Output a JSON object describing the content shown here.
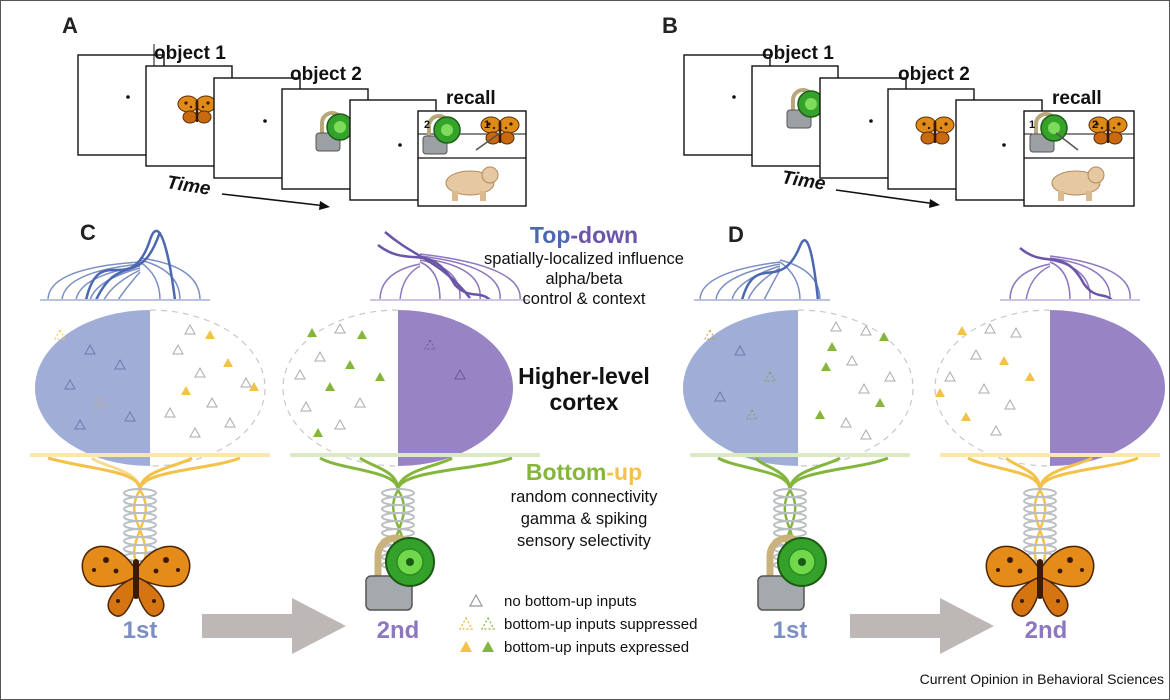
{
  "panels": {
    "a": {
      "letter": "A",
      "object1": "object 1",
      "object2": "object 2",
      "recall": "recall",
      "time": "Time",
      "recall_n1": "2",
      "recall_n2": "1"
    },
    "b": {
      "letter": "B",
      "object1": "object 1",
      "object2": "object 2",
      "recall": "recall",
      "time": "Time",
      "recall_n1": "1",
      "recall_n2": "2"
    },
    "c": {
      "letter": "C",
      "first": "1st",
      "second": "2nd"
    },
    "d": {
      "letter": "D",
      "first": "1st",
      "second": "2nd"
    }
  },
  "center": {
    "topdown_part1": "Top",
    "topdown_part2": "-down",
    "topdown_lines": [
      "spatially-localized influence",
      "alpha/beta",
      "control & context"
    ],
    "cortex_line1": "Higher-level",
    "cortex_line2": "cortex",
    "bottomup_part1": "Bottom",
    "bottomup_part2": "-up",
    "bottomup_lines": [
      "random connectivity",
      "gamma & spiking",
      "sensory selectivity"
    ]
  },
  "legend": {
    "none": "no bottom-up inputs",
    "suppressed": "bottom-up inputs suppressed",
    "expressed": "bottom-up inputs expressed"
  },
  "source": "Current Opinion in Behavioral Sciences",
  "colors": {
    "blue": "#7b8fc4",
    "purple": "#8d77bf",
    "green": "#84b53c",
    "yellow": "#f3c24a",
    "grey_arrow": "#bdb8b5"
  },
  "icons": [
    "butterfly-icon",
    "padlock-icon",
    "bear-icon"
  ]
}
